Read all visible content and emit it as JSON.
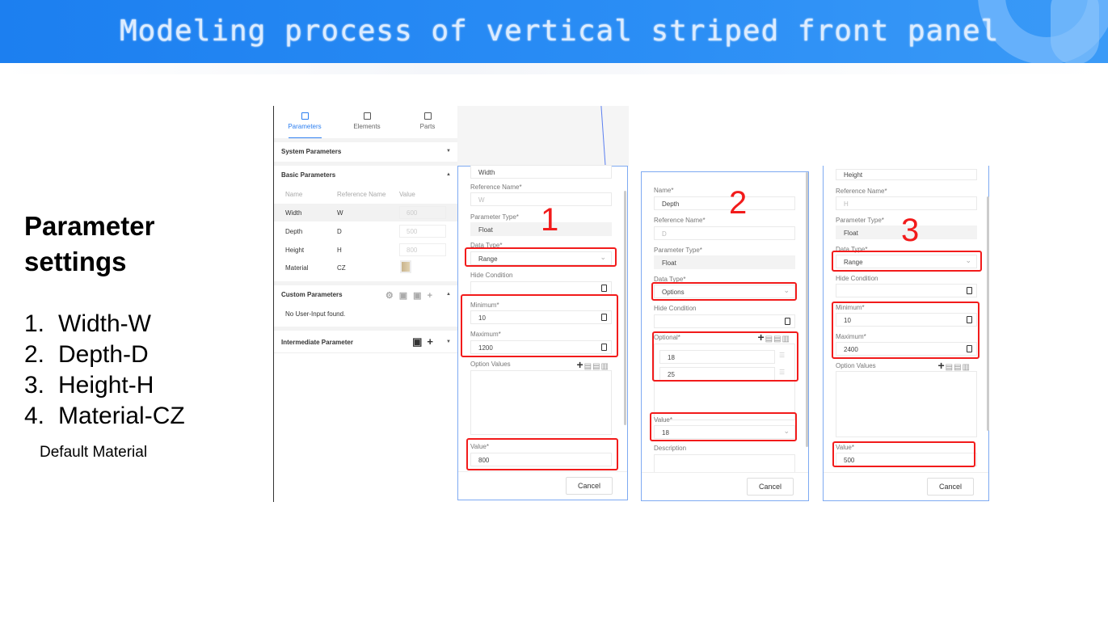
{
  "banner": {
    "title": "Modeling process of vertical striped front panel"
  },
  "slide": {
    "heading": "Parameter settings",
    "items": [
      {
        "n": "1.",
        "t": "Width-W"
      },
      {
        "n": "2.",
        "t": "Depth-D"
      },
      {
        "n": "3.",
        "t": "Height-H"
      },
      {
        "n": "4.",
        "t": "Material-CZ"
      }
    ],
    "note": "Default Material"
  },
  "sidebar": {
    "tabs": [
      "Parameters",
      "Elements",
      "Parts"
    ],
    "system": "System Parameters",
    "basic": "Basic Parameters",
    "columns": [
      "Name",
      "Reference Name",
      "Value"
    ],
    "rows": [
      {
        "name": "Width",
        "ref": "W",
        "value": "600"
      },
      {
        "name": "Depth",
        "ref": "D",
        "value": "500"
      },
      {
        "name": "Height",
        "ref": "H",
        "value": "800"
      },
      {
        "name": "Material",
        "ref": "CZ"
      }
    ],
    "custom": "Custom Parameters",
    "empty": "No User-Input found.",
    "intermediate": "Intermediate Parameter"
  },
  "labels": {
    "name": "Name*",
    "ref": "Reference Name*",
    "ptype": "Parameter Type*",
    "dtype": "Data Type*",
    "hide": "Hide Condition",
    "min": "Minimum*",
    "max": "Maximum*",
    "optvals": "Option Values",
    "optional": "Optional*",
    "value": "Value*",
    "desc": "Description",
    "cancel": "Cancel"
  },
  "p1": {
    "num": "1",
    "name": "Width",
    "ref": "W",
    "ptype": "Float",
    "dtype": "Range",
    "min": "10",
    "max": "1200",
    "value": "800"
  },
  "p2": {
    "num": "2",
    "name": "Depth",
    "ref": "D",
    "ptype": "Float",
    "dtype": "Options",
    "options": [
      "18",
      "25"
    ],
    "value": "18"
  },
  "p3": {
    "num": "3",
    "name": "Height",
    "ref": "H",
    "ptype": "Float",
    "dtype": "Range",
    "min": "10",
    "max": "2400",
    "value": "500"
  }
}
